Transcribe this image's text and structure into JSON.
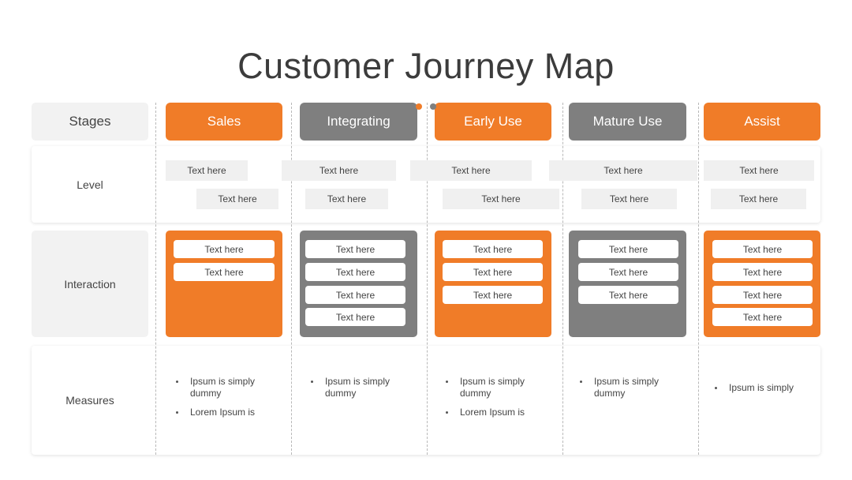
{
  "title": "Customer Journey Map",
  "colors": {
    "orange": "#f07c28",
    "gray": "#7f7f7f",
    "label_bg": "#f2f2f2"
  },
  "rows": {
    "stages": "Stages",
    "level": "Level",
    "interaction": "Interaction",
    "measures": "Measures"
  },
  "stages": [
    {
      "name": "Sales",
      "color": "orange"
    },
    {
      "name": "Integrating",
      "color": "gray"
    },
    {
      "name": "Early Use",
      "color": "orange"
    },
    {
      "name": "Mature Use",
      "color": "gray"
    },
    {
      "name": "Assist",
      "color": "orange"
    }
  ],
  "level_boxes": [
    "Text here",
    "Text here",
    "Text here",
    "Text here",
    "Text here",
    "Text here",
    "Text here",
    "Text here",
    "Text here",
    "Text here"
  ],
  "interaction": [
    [
      "Text here",
      "Text here"
    ],
    [
      "Text here",
      "Text here",
      "Text here",
      "Text here"
    ],
    [
      "Text here",
      "Text here",
      "Text here"
    ],
    [
      "Text here",
      "Text here",
      "Text here"
    ],
    [
      "Text here",
      "Text here",
      "Text here",
      "Text here"
    ]
  ],
  "measures": [
    [
      "Ipsum is simply dummy",
      "Lorem Ipsum is"
    ],
    [
      "Ipsum is simply dummy"
    ],
    [
      "Ipsum is simply dummy",
      "Lorem Ipsum is"
    ],
    [
      "Ipsum is simply dummy"
    ],
    [
      "Ipsum is simply"
    ]
  ]
}
